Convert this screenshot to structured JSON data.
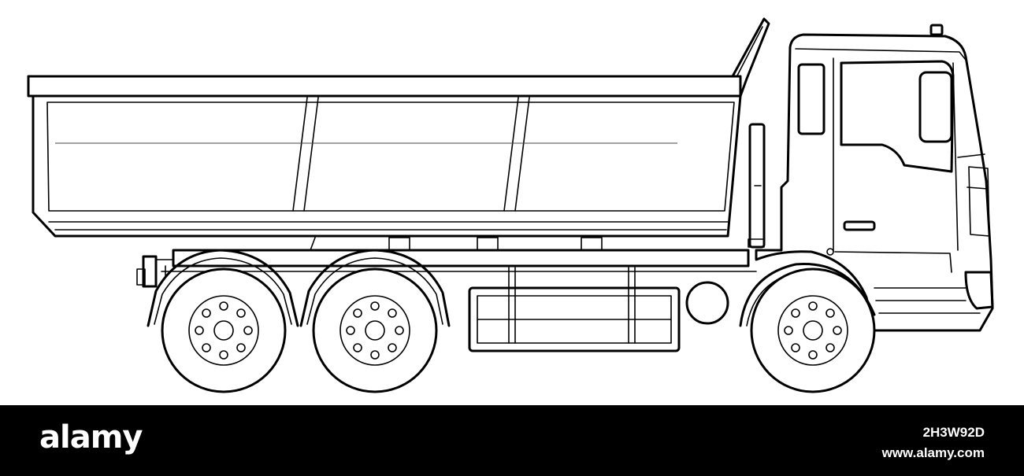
{
  "footer": {
    "logo_text": "alamy",
    "image_id": "2H3W92D",
    "site": "www.alamy.com"
  },
  "colors": {
    "background": "#ffffff",
    "line": "#000000",
    "footer_bar": "#000000",
    "footer_text": "#ffffff"
  },
  "icons": {
    "subject": "dump-truck-icon"
  }
}
